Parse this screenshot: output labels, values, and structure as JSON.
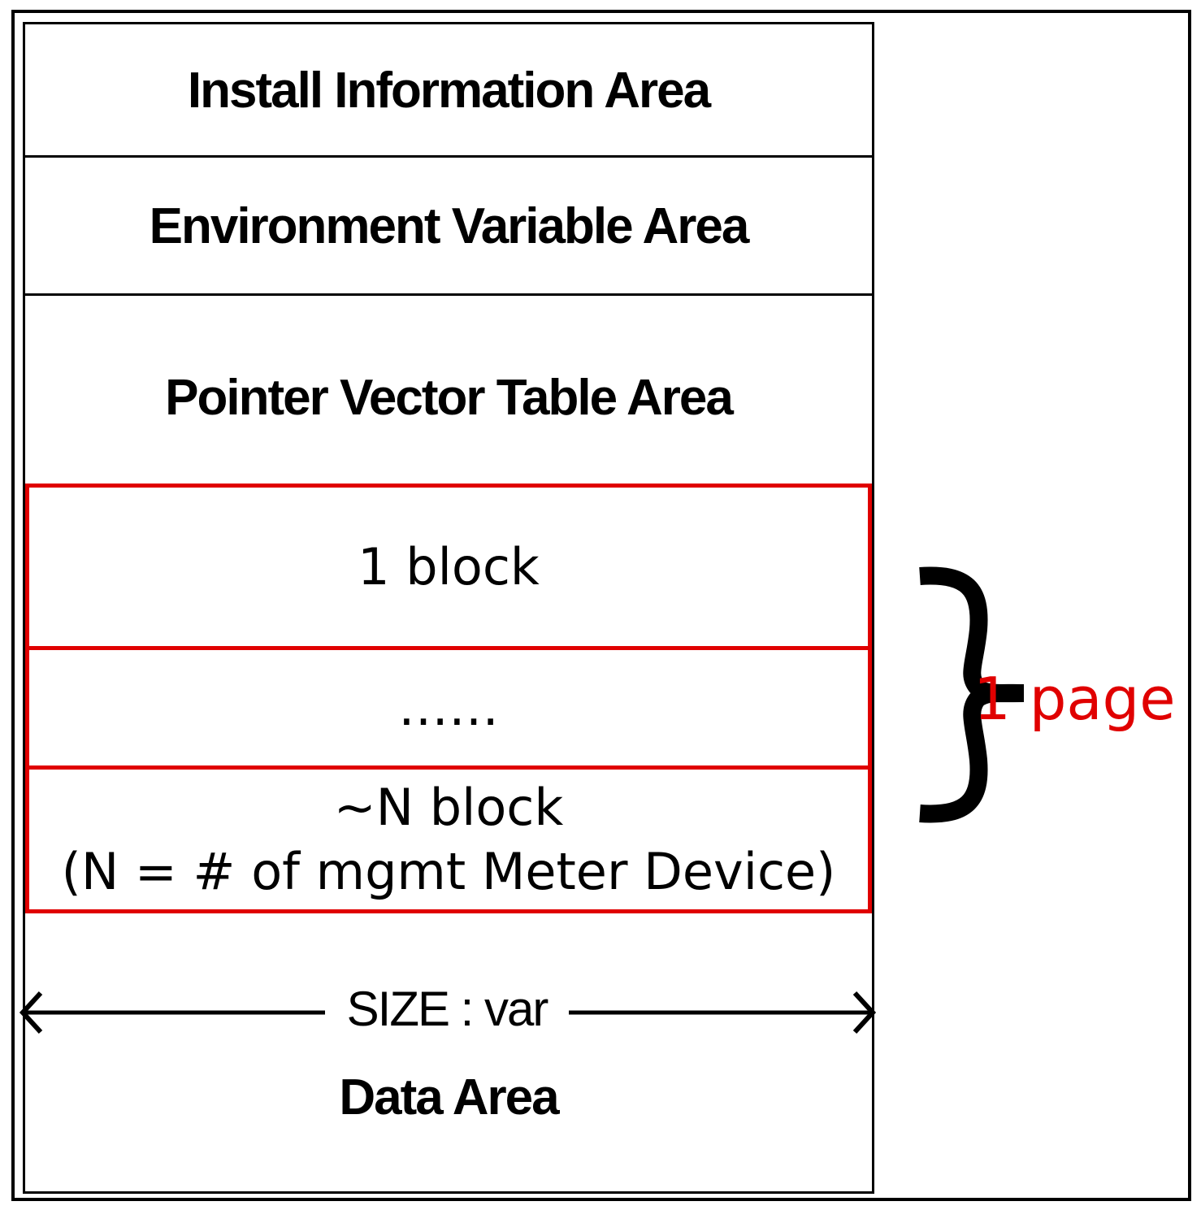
{
  "diagram": {
    "areas": {
      "install_information": "Install Information Area",
      "environment_variable": "Environment Variable Area",
      "pointer_vector_table": "Pointer Vector Table Area",
      "data": "Data Area"
    },
    "blocks": {
      "first": "1 block",
      "ellipsis": "……",
      "last_line1": "~N block",
      "last_line2": "(N = # of mgmt Meter Device)"
    },
    "size_label": "SIZE : var",
    "page_label": "1 page",
    "colors": {
      "outline": "#000000",
      "highlight": "#e00000",
      "background": "#ffffff"
    },
    "icons": {
      "brace": "right-curly-brace-icon",
      "arrow": "double-headed-arrow-icon"
    }
  }
}
